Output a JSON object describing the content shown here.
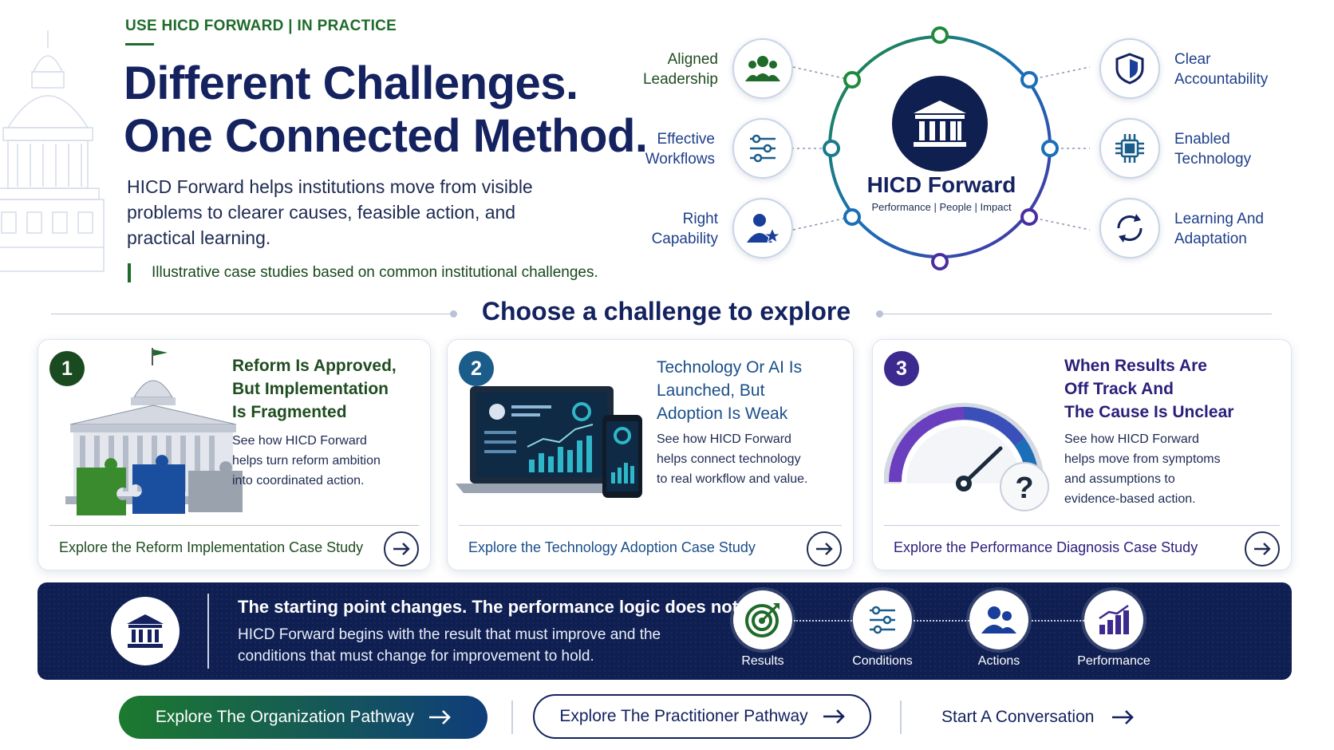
{
  "header": {
    "eyebrow": "USE HICD FORWARD | IN PRACTICE",
    "headline_line1": "Different Challenges.",
    "headline_line2": "One Connected Method.",
    "intro": "HICD Forward helps institutions move from visible problems to clearer causes, feasible action, and practical learning.",
    "note": "Illustrative case studies based on common institutional challenges."
  },
  "hub": {
    "title": "HICD Forward",
    "subtitle": "Performance | People | Impact",
    "left_items": [
      {
        "line1": "Aligned",
        "line2": "Leadership",
        "icon": "people-group-icon"
      },
      {
        "line1": "Effective",
        "line2": "Workflows",
        "icon": "workflow-sliders-icon"
      },
      {
        "line1": "Right",
        "line2": "Capability",
        "icon": "person-star-icon"
      }
    ],
    "right_items": [
      {
        "line1": "Clear",
        "line2": "Accountability",
        "icon": "shield-icon"
      },
      {
        "line1": "Enabled",
        "line2": "Technology",
        "icon": "chip-icon"
      },
      {
        "line1": "Learning And",
        "line2": "Adaptation",
        "icon": "cycle-arrows-icon"
      }
    ]
  },
  "section": {
    "title": "Choose a challenge to explore"
  },
  "cards": [
    {
      "number": "1",
      "title_line1": "Reform Is Approved,",
      "title_line2": "But Implementation",
      "title_line3": "Is Fragmented",
      "text_line1": "See how HICD Forward",
      "text_line2": "helps turn reform ambition",
      "text_line3": "into coordinated action.",
      "text_line4": "",
      "link": "Explore the Reform Implementation Case Study",
      "accent": "#1f6b2a"
    },
    {
      "number": "2",
      "title_line1": "Technology Or AI Is",
      "title_line2": "Launched, But",
      "title_line3": "Adoption Is Weak",
      "text_line1": "See how HICD Forward",
      "text_line2": "helps connect technology",
      "text_line3": "to real workflow and value.",
      "text_line4": "",
      "link": "Explore the Technology Adoption Case Study",
      "accent": "#1a5c8a"
    },
    {
      "number": "3",
      "title_line1": "When Results Are",
      "title_line2": "Off Track And",
      "title_line3": "The Cause Is Unclear",
      "text_line1": "See how HICD Forward",
      "text_line2": "helps move from symptoms",
      "text_line3": "and assumptions to",
      "text_line4": "evidence-based action.",
      "link": "Explore the Performance Diagnosis Case Study",
      "accent": "#3d2a8f"
    }
  ],
  "banner": {
    "title": "The starting point changes. The performance logic does not.",
    "text": "HICD Forward begins with the result that must improve and the conditions that must change for improvement to hold.",
    "steps": [
      "Results",
      "Conditions",
      "Actions",
      "Performance"
    ]
  },
  "actions": {
    "primary": "Explore The Organization Pathway",
    "secondary": "Explore The Practitioner Pathway",
    "tertiary": "Start A Conversation"
  },
  "colors": {
    "navy": "#142260",
    "green": "#1f6b2a",
    "teal": "#1a5c8a",
    "purple": "#3d2a8f"
  }
}
